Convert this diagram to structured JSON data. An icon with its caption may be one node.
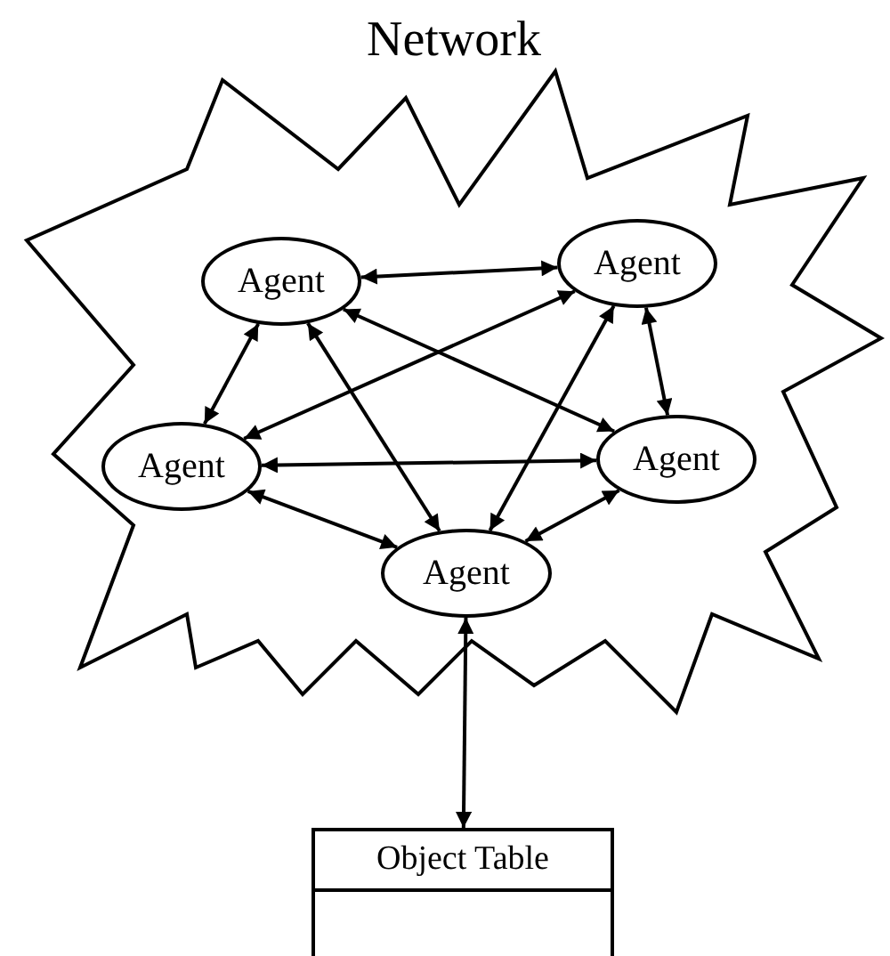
{
  "diagram": {
    "nodes": [
      {
        "text": [
          "Network"
        ]
      },
      {
        "text": [
          "Agent"
        ],
        "in": 0
      },
      {
        "text": [
          "Agent"
        ],
        "in": 0
      },
      {
        "text": [
          "Agent"
        ],
        "in": 0
      },
      {
        "text": [
          "Agent"
        ],
        "in": 0
      },
      {
        "text": [
          "Agent"
        ],
        "in": 0
      },
      {
        "text": [
          "Object Table"
        ]
      }
    ],
    "edges": [
      {
        "from": 1,
        "to": 2,
        "arrow": "both"
      },
      {
        "from": 2,
        "to": 4,
        "arrow": "both"
      },
      {
        "from": 1,
        "to": 3,
        "arrow": "both"
      },
      {
        "from": 3,
        "to": 4,
        "arrow": "both"
      },
      {
        "from": 3,
        "to": 5,
        "arrow": "both"
      },
      {
        "from": 5,
        "to": 4,
        "arrow": "both"
      },
      {
        "from": 1,
        "to": 5,
        "arrow": "both"
      },
      {
        "from": 2,
        "to": 3,
        "arrow": "both"
      },
      {
        "from": 1,
        "to": 4,
        "arrow": "both"
      },
      {
        "from": 2,
        "to": 5,
        "arrow": "both"
      },
      {
        "from": 5,
        "to": 6,
        "arrow": "both"
      }
    ]
  }
}
